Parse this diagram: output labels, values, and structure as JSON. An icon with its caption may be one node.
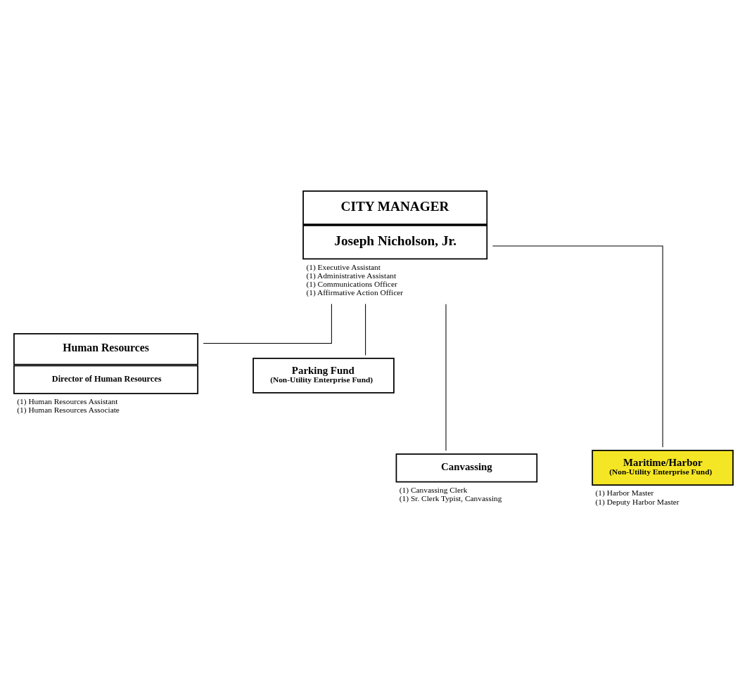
{
  "diagram": {
    "nodes": [
      {
        "text": [
          "CITY MANAGER",
          "Joseph Nicholson, Jr."
        ],
        "beside": [
          "(1) Executive Assistant",
          "(1) Administrative Assistant",
          "(1) Communications Officer",
          "(1) Affirmative Action Officer"
        ]
      },
      {
        "text": [
          "Human Resources",
          "Director of Human Resources"
        ],
        "beside": [
          "(1) Human Resources Assistant",
          "(1) Human Resources Associate"
        ]
      },
      {
        "text": [
          "Parking Fund",
          "(Non-Utility Enterprise Fund)"
        ]
      },
      {
        "text": [
          "Canvassing"
        ],
        "beside": [
          "(1) Canvassing Clerk",
          "(1) Sr. Clerk Typist, Canvassing"
        ]
      },
      {
        "text": [
          "Maritime/Harbor",
          "(Non-Utility Enterprise Fund)"
        ],
        "beside": [
          "(1) Harbor Master",
          "(1) Deputy Harbor Master"
        ]
      }
    ],
    "edges": [
      {
        "from": 0,
        "to": 1,
        "arrow": "none"
      },
      {
        "from": 0,
        "to": 2,
        "arrow": "none"
      },
      {
        "from": 0,
        "to": 3,
        "arrow": "none"
      },
      {
        "from": 0,
        "to": 4,
        "arrow": "none"
      }
    ]
  }
}
